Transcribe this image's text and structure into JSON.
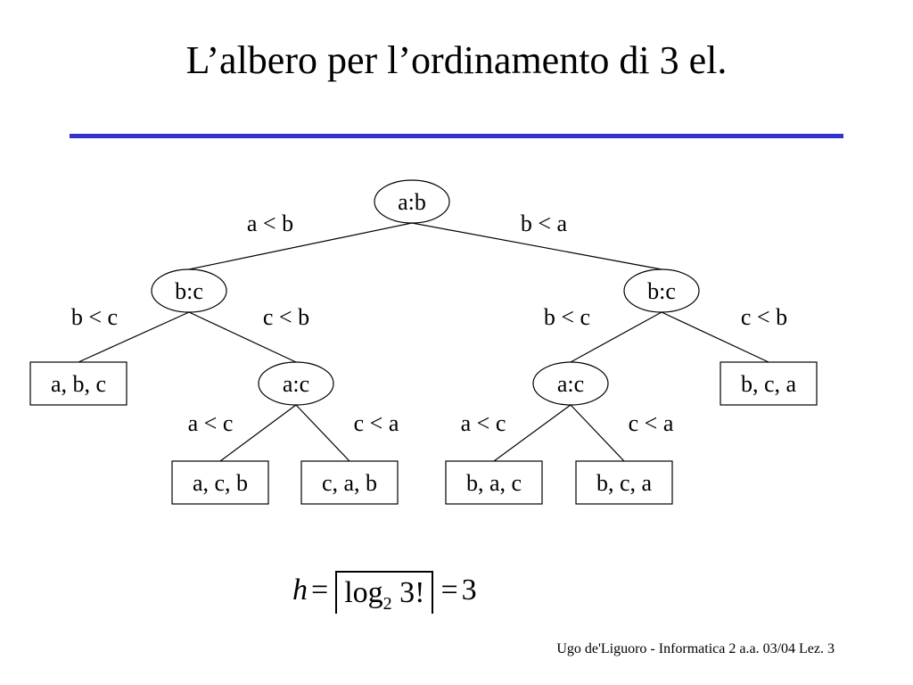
{
  "title": "L’albero per l’ordinamento di 3 el.",
  "accent_color": "#3333cc",
  "tree": {
    "nodes": [
      {
        "id": "root",
        "label": "a:b",
        "kind": "compare"
      },
      {
        "id": "left",
        "label": "b:c",
        "kind": "compare"
      },
      {
        "id": "right",
        "label": "b:c",
        "kind": "compare"
      },
      {
        "id": "left_leaf",
        "label": "a, b, c",
        "kind": "leaf"
      },
      {
        "id": "left_mid",
        "label": "a:c",
        "kind": "compare"
      },
      {
        "id": "right_mid",
        "label": "a:c",
        "kind": "compare"
      },
      {
        "id": "right_leaf",
        "label": "b, c, a",
        "kind": "leaf"
      },
      {
        "id": "leaf_acb",
        "label": "a, c, b",
        "kind": "leaf"
      },
      {
        "id": "leaf_cab",
        "label": "c, a, b",
        "kind": "leaf"
      },
      {
        "id": "leaf_bac",
        "label": "b, a, c",
        "kind": "leaf"
      },
      {
        "id": "leaf_bca",
        "label": "b, c, a",
        "kind": "leaf"
      }
    ],
    "edges": [
      {
        "from": "root",
        "to": "left",
        "label": "a < b"
      },
      {
        "from": "root",
        "to": "right",
        "label": "b < a"
      },
      {
        "from": "left",
        "to": "left_leaf",
        "label": "b < c"
      },
      {
        "from": "left",
        "to": "left_mid",
        "label": "c < b"
      },
      {
        "from": "right",
        "to": "right_mid",
        "label": "b < c"
      },
      {
        "from": "right",
        "to": "right_leaf",
        "label": "c < b"
      },
      {
        "from": "left_mid",
        "to": "leaf_acb",
        "label": "a < c"
      },
      {
        "from": "left_mid",
        "to": "leaf_cab",
        "label": "c < a"
      },
      {
        "from": "right_mid",
        "to": "leaf_bac",
        "label": "a < c"
      },
      {
        "from": "right_mid",
        "to": "leaf_bca",
        "label": "c < a"
      }
    ]
  },
  "formula": {
    "lhs": "h",
    "eq": "=",
    "log": "log",
    "base": "2",
    "arg": "3!",
    "eq2": "=",
    "rhs": "3"
  },
  "footer": "Ugo de'Liguoro - Informatica 2 a.a. 03/04 Lez. 3"
}
